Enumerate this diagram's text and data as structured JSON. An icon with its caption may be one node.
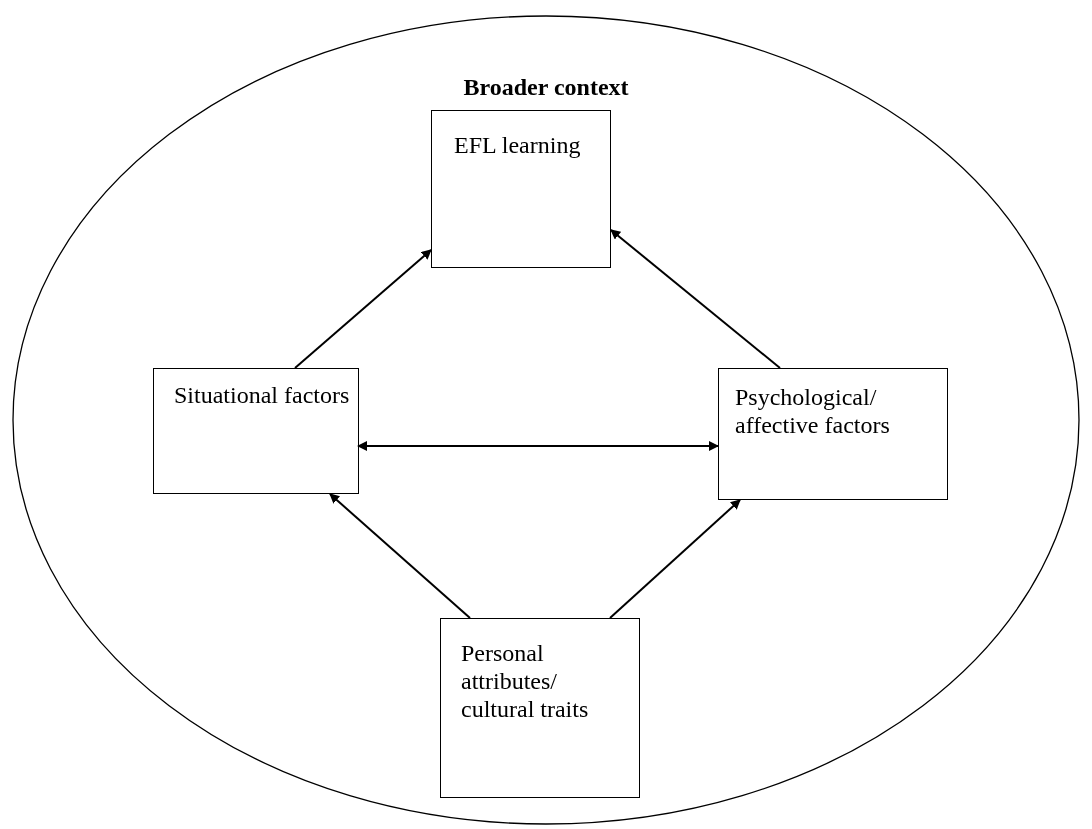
{
  "diagram": {
    "nodes": [
      {
        "text": [
          "Broader context"
        ]
      },
      {
        "text": [
          "EFL learning"
        ],
        "in": 0
      },
      {
        "text": [
          "Situational factors"
        ],
        "in": 0
      },
      {
        "text": [
          "Psychological/ affective factors"
        ],
        "in": 0
      },
      {
        "text": [
          "Personal attributes/ cultural traits"
        ],
        "in": 0
      }
    ],
    "edges": [
      {
        "from": 2,
        "to": 1,
        "arrow": "to"
      },
      {
        "from": 3,
        "to": 1,
        "arrow": "to"
      },
      {
        "from": 2,
        "to": 3,
        "arrow": "both"
      },
      {
        "from": 4,
        "to": 2,
        "arrow": "to"
      },
      {
        "from": 4,
        "to": 3,
        "arrow": "to"
      }
    ]
  }
}
